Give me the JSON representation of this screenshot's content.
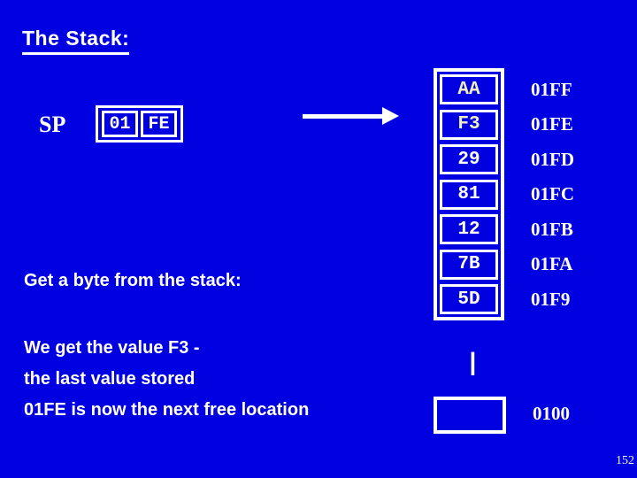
{
  "slide": {
    "title": "The Stack:",
    "page_number": "152",
    "colors": {
      "background": "#0000e0",
      "text": "#ffffff",
      "value_highlight": "#f0f0c0",
      "box_border": "#ffffff"
    }
  },
  "sp_register": {
    "label": "SP",
    "high_byte": "01",
    "low_byte": "FE"
  },
  "stack": {
    "rows": [
      {
        "value": "AA",
        "address": "01FF"
      },
      {
        "value": "F3",
        "address": "01FE"
      },
      {
        "value": "29",
        "address": "01FD"
      },
      {
        "value": "81",
        "address": "01FC"
      },
      {
        "value": "12",
        "address": "01FB"
      },
      {
        "value": "7B",
        "address": "01FA"
      },
      {
        "value": "5D",
        "address": "01F9"
      }
    ],
    "continuation_mark": "|",
    "bottom_cell_value": "",
    "bottom_address": "0100"
  },
  "body": {
    "heading": "Get a byte from the stack:",
    "lines": [
      "We get the value F3 -",
      "the last value stored",
      "01FE is now the next free location"
    ]
  }
}
